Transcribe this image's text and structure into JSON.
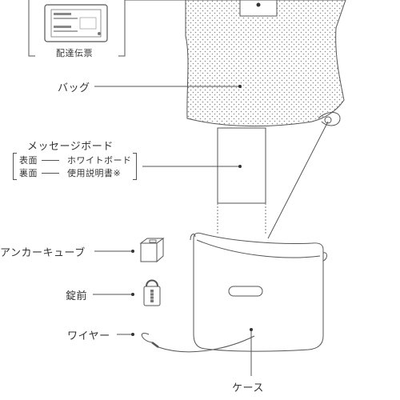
{
  "labels": {
    "slip": "配達伝票",
    "bag": "バッグ",
    "board": "メッセージボード",
    "board_front_side": "表面",
    "board_front_desc": "ホワイトボード",
    "board_back_side": "裏面",
    "board_back_desc": "使用説明書※",
    "anchor_cube": "アンカーキューブ",
    "lock": "錠前",
    "wire": "ワイヤー",
    "case": "ケース"
  },
  "colors": {
    "line": "#555555",
    "dot": "#8a8a8a",
    "bag_fill": "#f4f4f4"
  }
}
